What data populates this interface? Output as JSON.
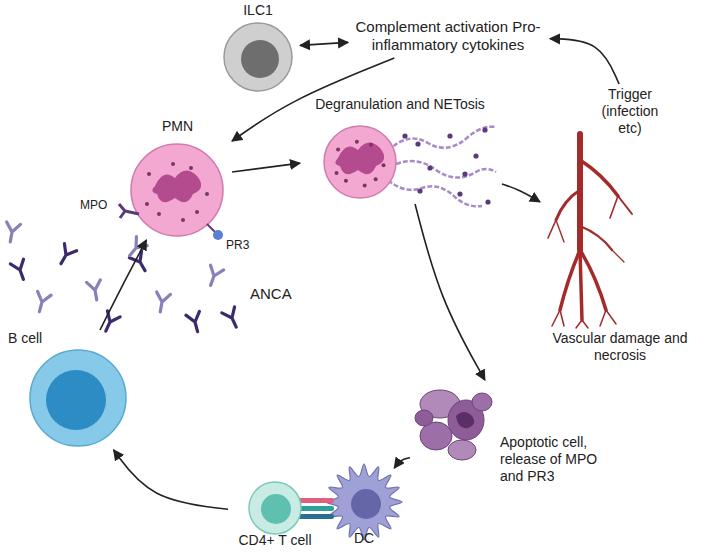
{
  "diagram": {
    "nodes": [
      {
        "text": [
          "ILC1"
        ]
      },
      {
        "text": [
          "Complement activation Pro-inflammatory cytokines"
        ]
      },
      {
        "text": [
          "Trigger (infection etc)"
        ]
      },
      {
        "text": [
          "PMN"
        ]
      },
      {
        "text": [
          "Degranulation and NETosis"
        ]
      },
      {
        "text": [
          "Vascular damage and necrosis"
        ]
      },
      {
        "text": [
          "Apoptotic cell, release of MPO and PR3"
        ]
      },
      {
        "text": [
          "DC"
        ]
      },
      {
        "text": [
          "CD4+ T cell"
        ]
      },
      {
        "text": [
          "B cell"
        ]
      }
    ],
    "edges": [
      {
        "from": 0,
        "to": 1,
        "arrow": "both"
      },
      {
        "from": 2,
        "to": 1,
        "arrow": "to"
      },
      {
        "from": 1,
        "to": 3,
        "arrow": "to"
      },
      {
        "from": 3,
        "to": 4,
        "arrow": "to"
      },
      {
        "from": 4,
        "to": 6,
        "arrow": "to"
      },
      {
        "from": 4,
        "to": 5,
        "arrow": "to"
      },
      {
        "from": 6,
        "to": 7,
        "arrow": "to"
      },
      {
        "from": 8,
        "to": 9,
        "arrow": "to"
      },
      {
        "from": 9,
        "to": 3,
        "arrow": "to"
      }
    ],
    "labels": [
      "MPO",
      "PR3",
      "ANCA"
    ]
  }
}
